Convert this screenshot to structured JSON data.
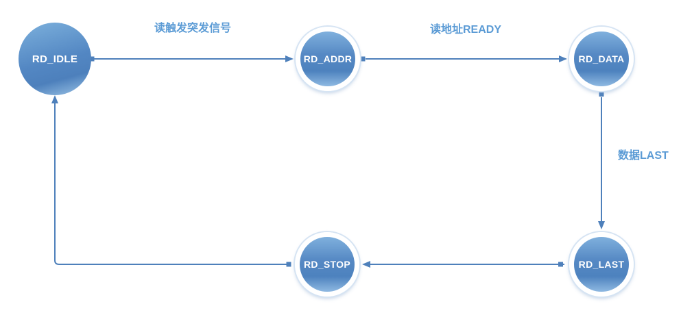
{
  "diagram": {
    "type": "state-machine",
    "nodes": [
      {
        "id": "RD_IDLE",
        "label": "RD_IDLE",
        "shape": "circle-large"
      },
      {
        "id": "RD_ADDR",
        "label": "RD_ADDR",
        "shape": "circle-ringed"
      },
      {
        "id": "RD_DATA",
        "label": "RD_DATA",
        "shape": "circle-ringed"
      },
      {
        "id": "RD_LAST",
        "label": "RD_LAST",
        "shape": "circle-ringed"
      },
      {
        "id": "RD_STOP",
        "label": "RD_STOP",
        "shape": "circle-ringed"
      }
    ],
    "edges": [
      {
        "from": "RD_IDLE",
        "to": "RD_ADDR",
        "label": "读触发突发信号"
      },
      {
        "from": "RD_ADDR",
        "to": "RD_DATA",
        "label": "读地址READY"
      },
      {
        "from": "RD_DATA",
        "to": "RD_LAST",
        "label": "数据LAST"
      },
      {
        "from": "RD_LAST",
        "to": "RD_STOP",
        "label": ""
      },
      {
        "from": "RD_STOP",
        "to": "RD_IDLE",
        "label": ""
      }
    ],
    "colors": {
      "connector": "#4e80bb",
      "edge_label": "#5b9bd5",
      "node_text": "#ffffff",
      "node_fill_light": "#7fb0dd",
      "node_fill_dark": "#4d82be",
      "node_ring": "#ffffff",
      "node_halo": "#d6e4f3",
      "background": "#ffffff"
    }
  }
}
